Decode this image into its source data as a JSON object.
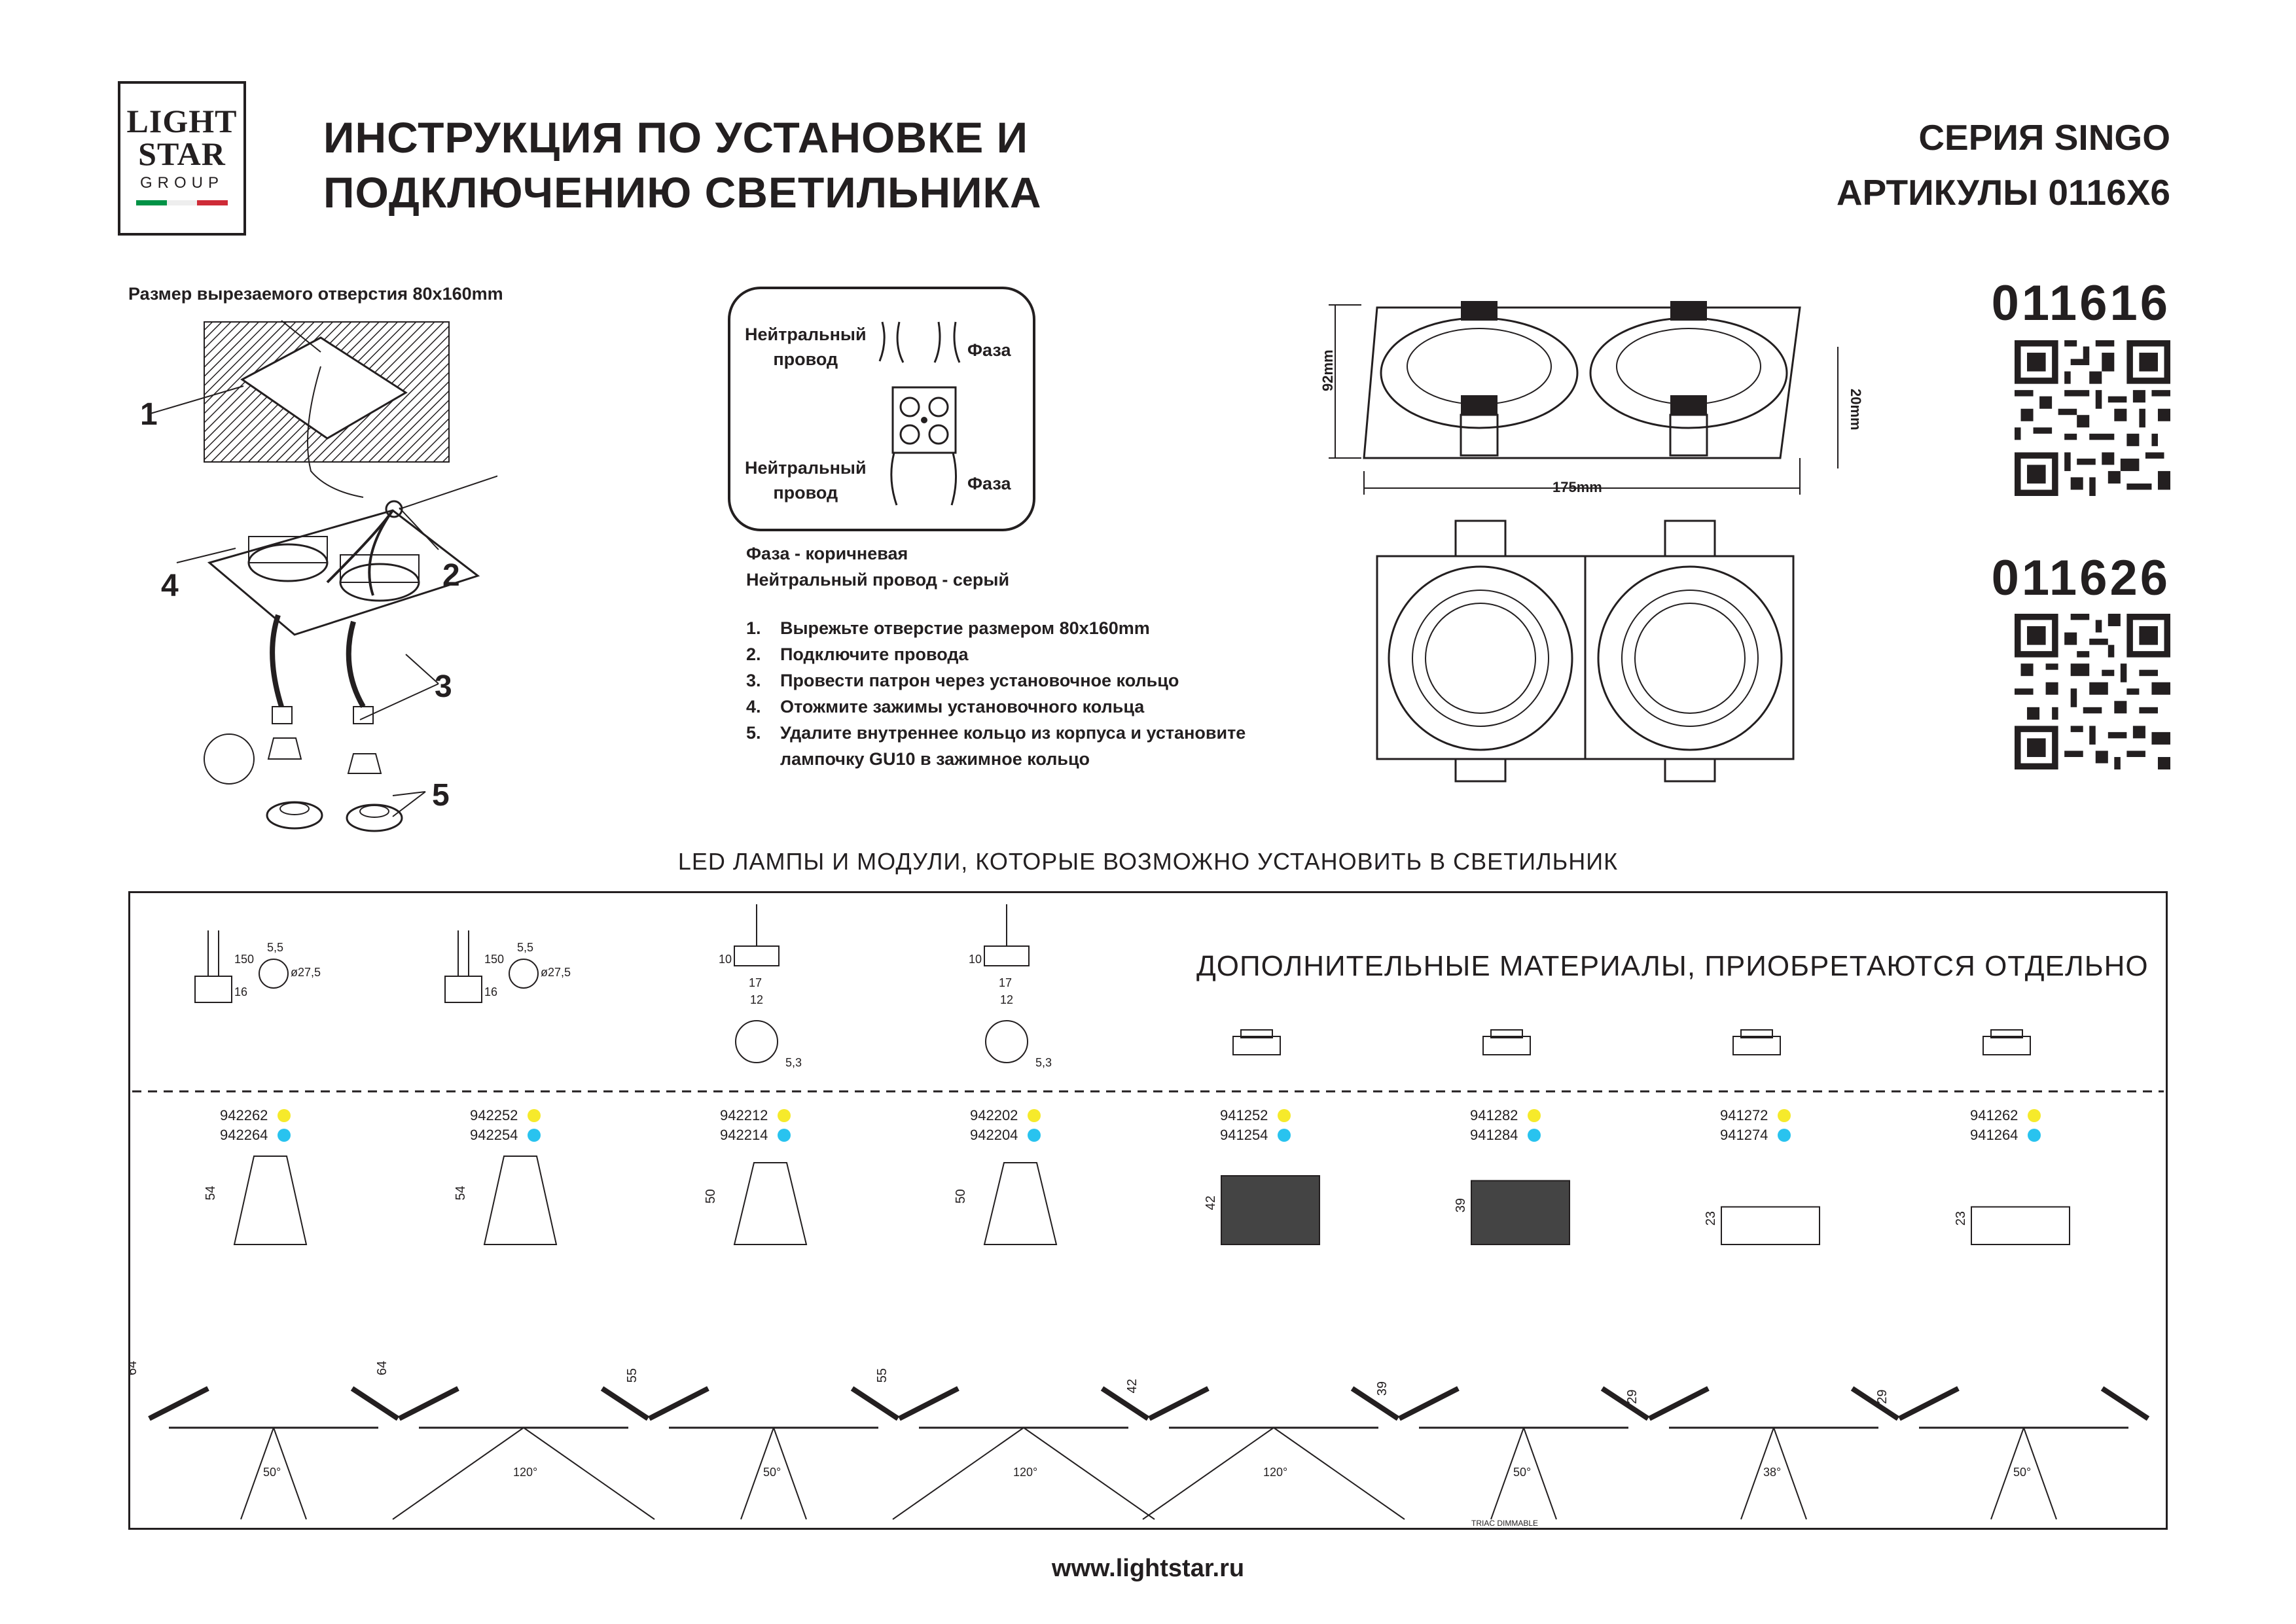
{
  "logo": {
    "line1": "LIGHT",
    "line2": "STAR",
    "line3": "GROUP",
    "flag_colors": [
      "#009246",
      "#ffffff",
      "#ce2b37"
    ]
  },
  "header": {
    "title_line1": "ИНСТРУКЦИЯ ПО УСТАНОВКЕ И",
    "title_line2": "ПОДКЛЮЧЕНИЮ СВЕТИЛЬНИКА",
    "series": "СЕРИЯ SINGO",
    "articles": "АРТИКУЛЫ 0116X6"
  },
  "models": [
    {
      "sku": "011616"
    },
    {
      "sku": "011626"
    }
  ],
  "install": {
    "cutout_label": "Размер вырезаемого отверстия 80x160mm",
    "step_labels": [
      "1",
      "2",
      "3",
      "4",
      "5"
    ]
  },
  "wiring": {
    "neutral_line1": "Нейтральный",
    "neutral_line2": "провод",
    "phase": "Фаза",
    "color_phase": "Фаза - коричневая",
    "color_neutral": "Нейтральный провод - серый"
  },
  "steps": [
    {
      "num": "1.",
      "text": "Вырежьте отверстие размером 80x160mm"
    },
    {
      "num": "2.",
      "text": "Подключите провода"
    },
    {
      "num": "3.",
      "text": "Провести патрон через установочное кольцо"
    },
    {
      "num": "4.",
      "text": "Отожмите зажимы установочного кольца"
    },
    {
      "num": "5.",
      "text": "Удалите внутреннее кольцо из корпуса и установите"
    },
    {
      "num": "",
      "text": "лампочку GU10 в зажимное кольцо"
    }
  ],
  "dimensions": {
    "height": "92mm",
    "depth": "20mm",
    "width": "175mm"
  },
  "lamps": {
    "heading": "LED ЛАМПЫ И МОДУЛИ, КОТОРЫЕ ВОЗМОЖНО УСТАНОВИТЬ В СВЕТИЛЬНИК",
    "extra_materials": "ДОПОЛНИТЕЛЬНЫЕ МАТЕРИАЛЫ, ПРИОБРЕТАЮТСЯ ОТДЕЛЬНО",
    "warm_color": "#f6ea2b",
    "cool_color": "#29c3ef",
    "columns": [
      {
        "a1": "942262",
        "a2": "942264",
        "h": "54",
        "inst": "64",
        "angle": "50°",
        "conn": "GU10"
      },
      {
        "a1": "942252",
        "a2": "942254",
        "h": "54",
        "inst": "64",
        "angle": "120°",
        "conn": "GU10"
      },
      {
        "a1": "942212",
        "a2": "942214",
        "h": "50",
        "inst": "55",
        "angle": "50°",
        "conn": "MR16"
      },
      {
        "a1": "942202",
        "a2": "942204",
        "h": "50",
        "inst": "55",
        "angle": "120°",
        "conn": "MR16"
      },
      {
        "a1": "941252",
        "a2": "941254",
        "h": "42",
        "inst": "42",
        "angle": "120°",
        "conn": "module"
      },
      {
        "a1": "941282",
        "a2": "941284",
        "h": "39",
        "inst": "39",
        "angle": "50°",
        "conn": "module",
        "note": "TRIAC DIMMABLE"
      },
      {
        "a1": "941272",
        "a2": "941274",
        "h": "23",
        "inst": "29",
        "angle": "38°",
        "conn": "module"
      },
      {
        "a1": "941262",
        "a2": "941264",
        "h": "23",
        "inst": "29",
        "angle": "50°",
        "conn": "module"
      }
    ],
    "gu10_dims": {
      "len": "150",
      "base": "16",
      "pin": "5,5",
      "dia": "ø27,5"
    },
    "mr16_dims": {
      "h": "10",
      "w1": "17",
      "w2": "12",
      "pin": "5,3"
    }
  },
  "footer": {
    "url": "www.lightstar.ru"
  }
}
